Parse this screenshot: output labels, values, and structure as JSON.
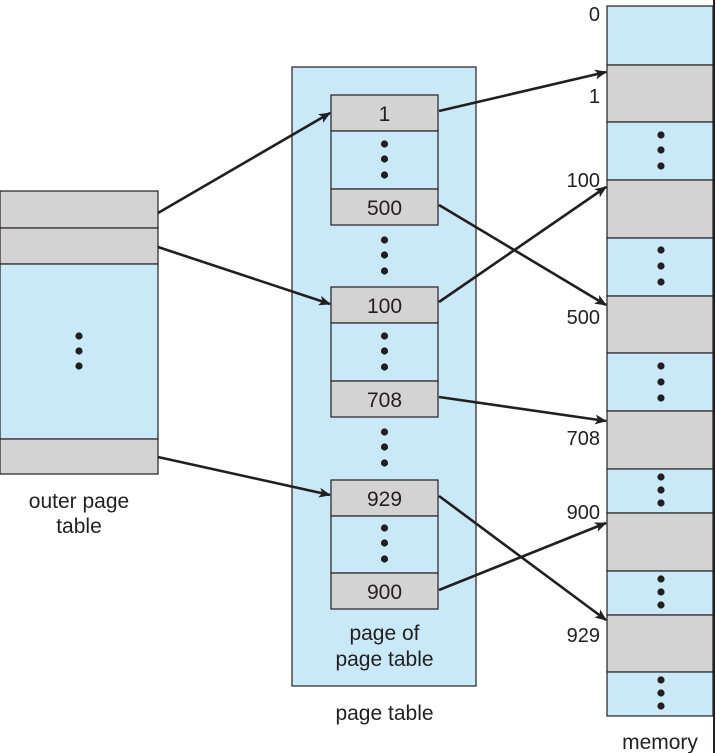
{
  "colors": {
    "blue_fill": "#c9e8f8",
    "gray_fill": "#d3d3d3",
    "stroke": "#231f20",
    "text": "#231f20"
  },
  "outer_page_table": {
    "label_line1": "outer page",
    "label_line2": "table"
  },
  "page_table": {
    "label": "page table",
    "inner_label_line1": "page of",
    "inner_label_line2": "page table",
    "pages": [
      {
        "entries": [
          "1",
          "500"
        ]
      },
      {
        "entries": [
          "100",
          "708"
        ]
      },
      {
        "entries": [
          "929",
          "900"
        ]
      }
    ]
  },
  "memory": {
    "label": "memory",
    "frame_labels": [
      "0",
      "1",
      "100",
      "500",
      "708",
      "900",
      "929"
    ]
  },
  "mappings": [
    {
      "from": "outer-entry-1",
      "to": "page-entry-1"
    },
    {
      "from": "outer-entry-2",
      "to": "page-entry-100"
    },
    {
      "from": "outer-entry-last",
      "to": "page-entry-929"
    },
    {
      "from": "page-entry-1",
      "to": "memory-frame-1"
    },
    {
      "from": "page-entry-500",
      "to": "memory-frame-500"
    },
    {
      "from": "page-entry-100",
      "to": "memory-frame-100"
    },
    {
      "from": "page-entry-708",
      "to": "memory-frame-708"
    },
    {
      "from": "page-entry-929",
      "to": "memory-frame-929"
    },
    {
      "from": "page-entry-900",
      "to": "memory-frame-900"
    }
  ]
}
